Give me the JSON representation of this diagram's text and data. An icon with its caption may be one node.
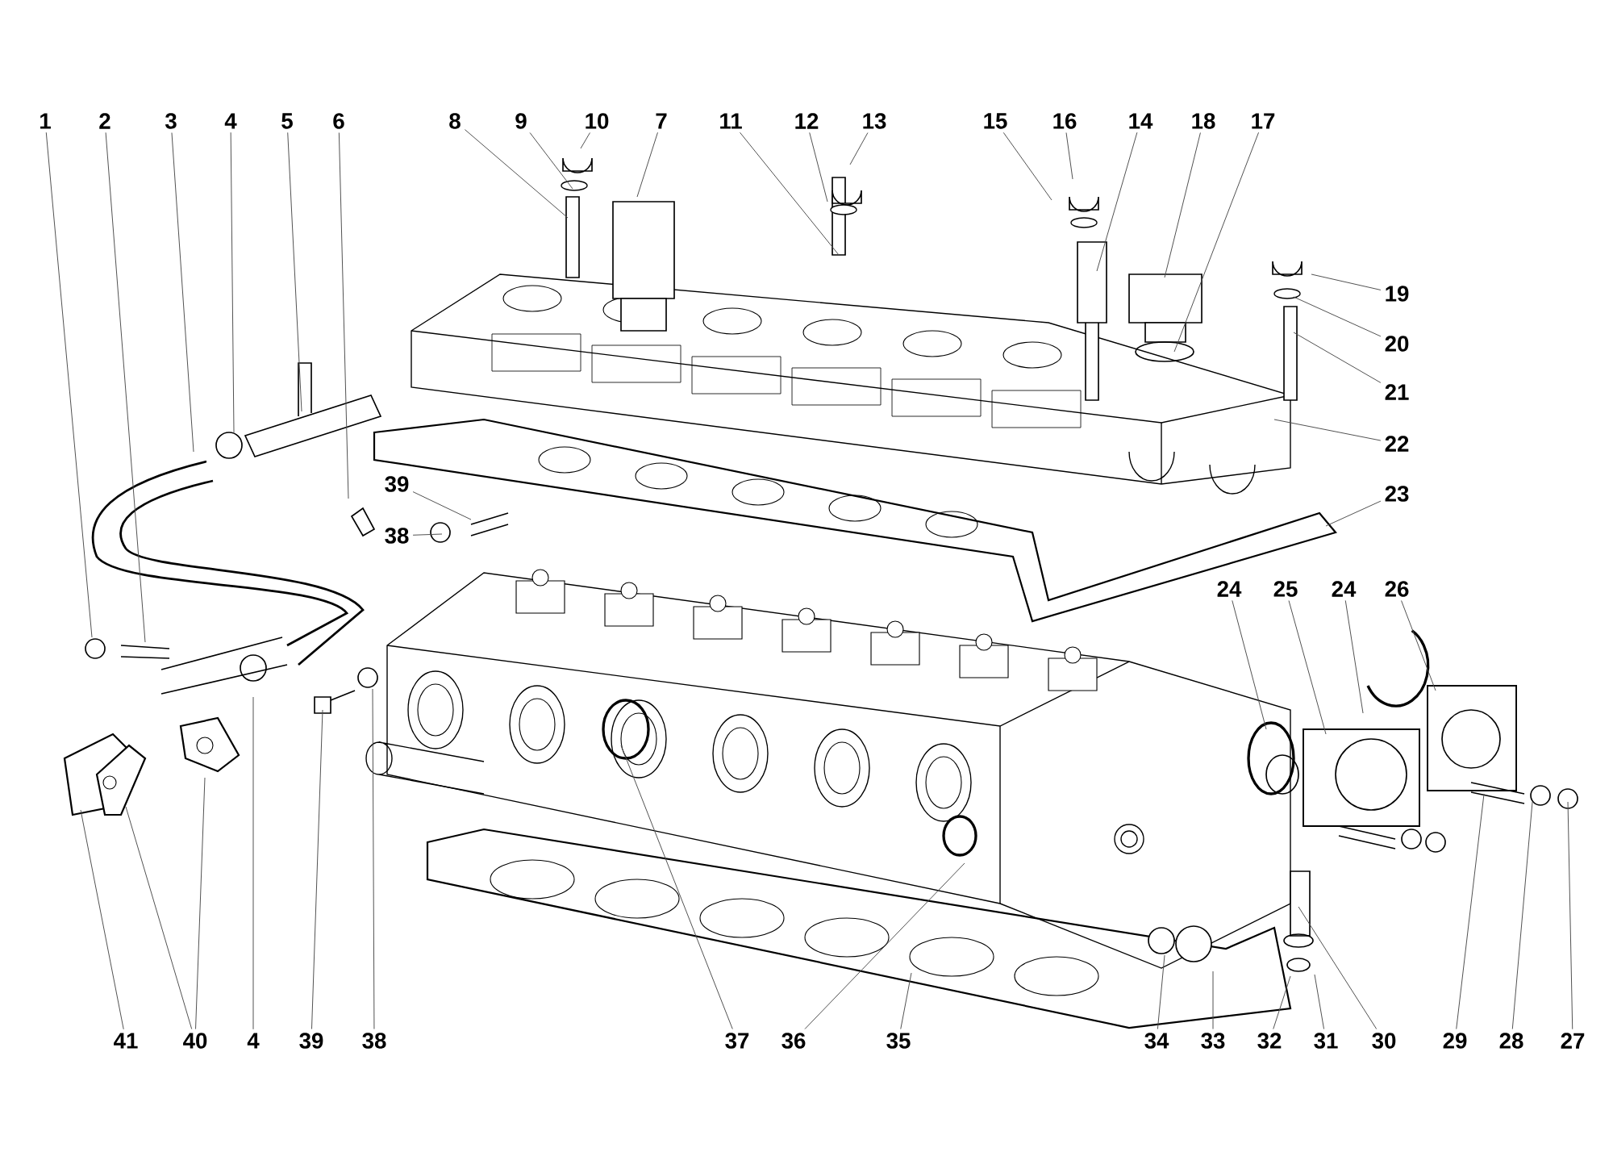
{
  "diagram": {
    "nodes": [
      {
        "text": [
          "1"
        ]
      },
      {
        "text": [
          "2"
        ]
      },
      {
        "text": [
          "3"
        ]
      },
      {
        "text": [
          "4"
        ]
      },
      {
        "text": [
          "5"
        ]
      },
      {
        "text": [
          "6"
        ]
      },
      {
        "text": [
          "8"
        ]
      },
      {
        "text": [
          "9"
        ]
      },
      {
        "text": [
          "10"
        ]
      },
      {
        "text": [
          "7"
        ]
      },
      {
        "text": [
          "11"
        ]
      },
      {
        "text": [
          "12"
        ]
      },
      {
        "text": [
          "13"
        ]
      },
      {
        "text": [
          "15"
        ]
      },
      {
        "text": [
          "16"
        ]
      },
      {
        "text": [
          "14"
        ]
      },
      {
        "text": [
          "18"
        ]
      },
      {
        "text": [
          "17"
        ]
      },
      {
        "text": [
          "19"
        ]
      },
      {
        "text": [
          "20"
        ]
      },
      {
        "text": [
          "21"
        ]
      },
      {
        "text": [
          "22"
        ]
      },
      {
        "text": [
          "23"
        ]
      },
      {
        "text": [
          "39"
        ]
      },
      {
        "text": [
          "38"
        ]
      },
      {
        "text": [
          "24"
        ]
      },
      {
        "text": [
          "25"
        ]
      },
      {
        "text": [
          "24"
        ]
      },
      {
        "text": [
          "26"
        ]
      },
      {
        "text": [
          "41"
        ]
      },
      {
        "text": [
          "40"
        ]
      },
      {
        "text": [
          "4"
        ]
      },
      {
        "text": [
          "39"
        ]
      },
      {
        "text": [
          "38"
        ]
      },
      {
        "text": [
          "37"
        ]
      },
      {
        "text": [
          "36"
        ]
      },
      {
        "text": [
          "35"
        ]
      },
      {
        "text": [
          "34"
        ]
      },
      {
        "text": [
          "33"
        ]
      },
      {
        "text": [
          "32"
        ]
      },
      {
        "text": [
          "31"
        ]
      },
      {
        "text": [
          "30"
        ]
      },
      {
        "text": [
          "29"
        ]
      },
      {
        "text": [
          "28"
        ]
      },
      {
        "text": [
          "27"
        ]
      }
    ],
    "edges": [
      {
        "from": 0,
        "to": null,
        "arrow": "none"
      },
      {
        "from": 1,
        "to": null,
        "arrow": "none"
      },
      {
        "from": 2,
        "to": null,
        "arrow": "none"
      },
      {
        "from": 3,
        "to": null,
        "arrow": "none"
      },
      {
        "from": 4,
        "to": null,
        "arrow": "none"
      },
      {
        "from": 5,
        "to": null,
        "arrow": "none"
      },
      {
        "from": 6,
        "to": null,
        "arrow": "none"
      },
      {
        "from": 7,
        "to": null,
        "arrow": "none"
      },
      {
        "from": 8,
        "to": null,
        "arrow": "none"
      },
      {
        "from": 9,
        "to": null,
        "arrow": "none"
      },
      {
        "from": 10,
        "to": null,
        "arrow": "none"
      },
      {
        "from": 11,
        "to": null,
        "arrow": "none"
      },
      {
        "from": 12,
        "to": null,
        "arrow": "none"
      },
      {
        "from": 13,
        "to": null,
        "arrow": "none"
      },
      {
        "from": 14,
        "to": null,
        "arrow": "none"
      },
      {
        "from": 15,
        "to": null,
        "arrow": "none"
      },
      {
        "from": 16,
        "to": null,
        "arrow": "none"
      },
      {
        "from": 17,
        "to": null,
        "arrow": "none"
      },
      {
        "from": 18,
        "to": null,
        "arrow": "none"
      },
      {
        "from": 19,
        "to": null,
        "arrow": "none"
      },
      {
        "from": 20,
        "to": null,
        "arrow": "none"
      },
      {
        "from": 21,
        "to": null,
        "arrow": "none"
      },
      {
        "from": 22,
        "to": null,
        "arrow": "none"
      },
      {
        "from": 23,
        "to": null,
        "arrow": "none"
      },
      {
        "from": 24,
        "to": null,
        "arrow": "none"
      },
      {
        "from": 25,
        "to": null,
        "arrow": "none"
      },
      {
        "from": 26,
        "to": null,
        "arrow": "none"
      },
      {
        "from": 27,
        "to": null,
        "arrow": "none"
      },
      {
        "from": 28,
        "to": null,
        "arrow": "none"
      },
      {
        "from": 29,
        "to": null,
        "arrow": "none"
      },
      {
        "from": 30,
        "to": null,
        "arrow": "none"
      },
      {
        "from": 30,
        "to": null,
        "arrow": "none"
      },
      {
        "from": 31,
        "to": null,
        "arrow": "none"
      },
      {
        "from": 32,
        "to": null,
        "arrow": "none"
      },
      {
        "from": 33,
        "to": null,
        "arrow": "none"
      },
      {
        "from": 34,
        "to": null,
        "arrow": "none"
      },
      {
        "from": 35,
        "to": null,
        "arrow": "none"
      },
      {
        "from": 36,
        "to": null,
        "arrow": "none"
      },
      {
        "from": 37,
        "to": null,
        "arrow": "none"
      },
      {
        "from": 38,
        "to": null,
        "arrow": "none"
      },
      {
        "from": 39,
        "to": null,
        "arrow": "none"
      },
      {
        "from": 40,
        "to": null,
        "arrow": "none"
      },
      {
        "from": 41,
        "to": null,
        "arrow": "none"
      },
      {
        "from": 42,
        "to": null,
        "arrow": "none"
      },
      {
        "from": 43,
        "to": null,
        "arrow": "none"
      },
      {
        "from": 44,
        "to": null,
        "arrow": "none"
      }
    ]
  }
}
